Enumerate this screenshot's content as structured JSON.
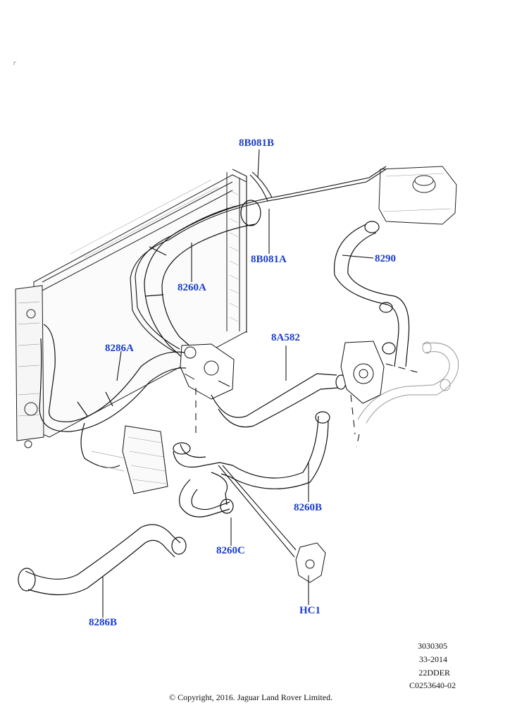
{
  "callouts": {
    "c8B081B": "8B081B",
    "c8B081A": "8B081A",
    "c8260A": "8260A",
    "c8290": "8290",
    "c8A582": "8A582",
    "c8286A": "8286A",
    "c8260B": "8260B",
    "c8260C": "8260C",
    "c8286B": "8286B",
    "cHC1": "HC1"
  },
  "reference": {
    "code1": "3030305",
    "code2": "33-2014",
    "code3": "22DDER",
    "code4": "C0253640-02"
  },
  "copyright": "© Copyright, 2016. Jaguar Land Rover Limited.",
  "colors": {
    "callout_text": "#1a3ccc",
    "line_art": "#000000"
  }
}
